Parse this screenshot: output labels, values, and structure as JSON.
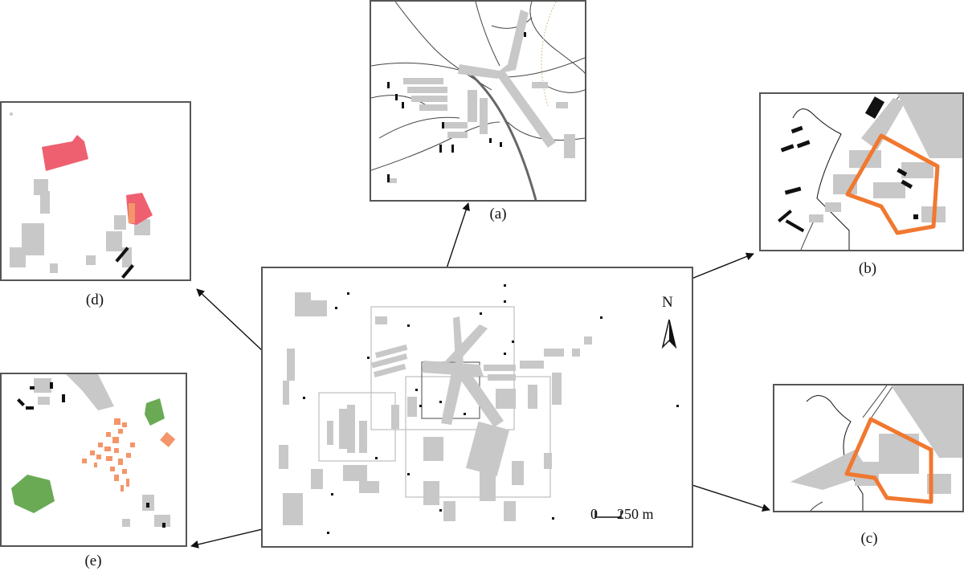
{
  "figure": {
    "captions": {
      "a": "(a)",
      "b": "(b)",
      "c": "(c)",
      "d": "(d)",
      "e": "(e)"
    },
    "north_label": "N",
    "scale_bar": {
      "start_label": "0",
      "end_label": "250 m"
    }
  },
  "colors": {
    "building_gray": "#c8c8c8",
    "building_black": "#111111",
    "road": "#444444",
    "highlight_orange": "#f07830",
    "red_fill": "#ee6070",
    "green_fill": "#6aaa55",
    "salmon_fill": "#f4956a",
    "frame_gray": "#555555",
    "extent_gray": "#bdbdbd"
  }
}
